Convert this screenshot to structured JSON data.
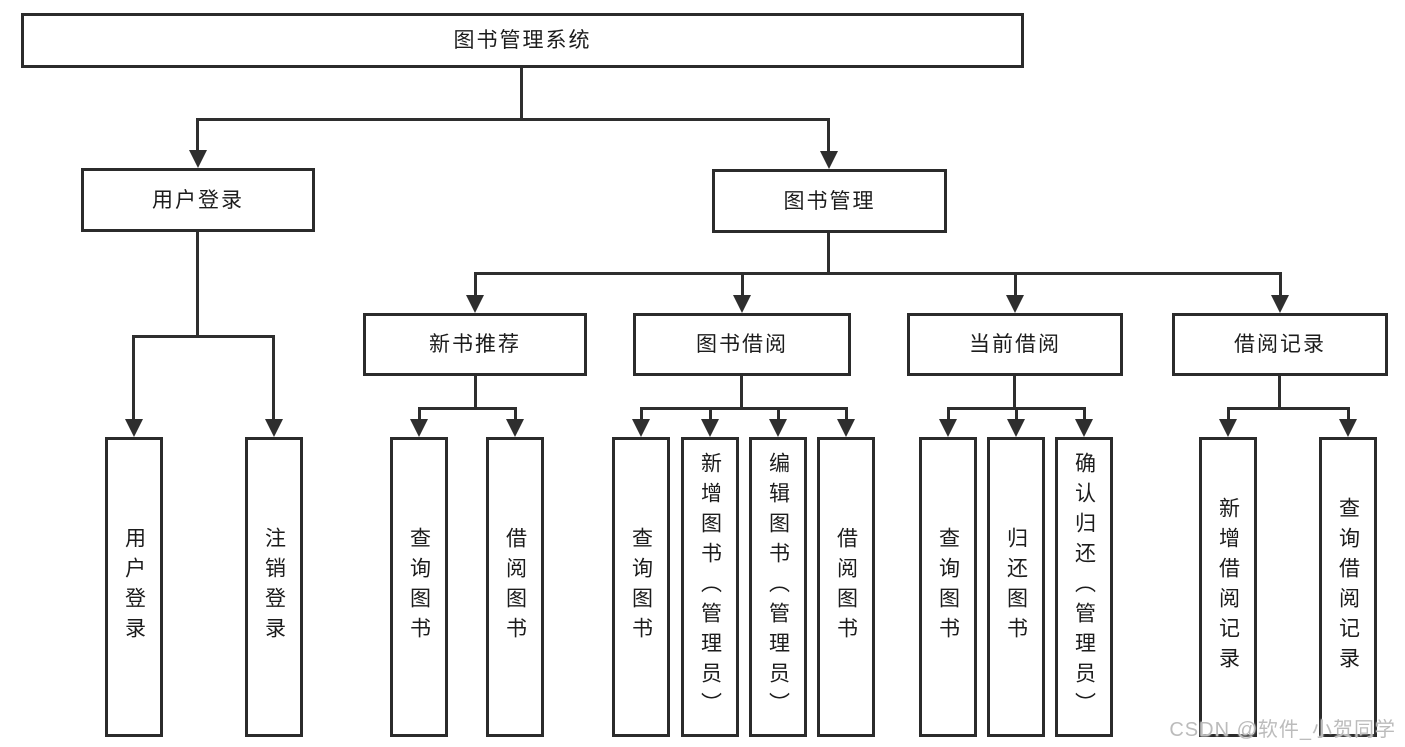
{
  "colors": {
    "line": "#2e2e2e",
    "box_border": "#2b2b2b",
    "text": "#1c1c1c",
    "watermark": "#bcbcbc",
    "background": "#ffffff"
  },
  "watermark": {
    "text": "CSDN @软件_小贺同学"
  },
  "tree": {
    "root": {
      "label": "图书管理系统"
    },
    "branches": [
      {
        "label": "用户登录",
        "children": [
          {
            "label": "用户登录"
          },
          {
            "label": "注销登录"
          }
        ]
      },
      {
        "label": "图书管理",
        "children": [
          {
            "label": "新书推荐",
            "children": [
              {
                "label": "查询图书"
              },
              {
                "label": "借阅图书"
              }
            ]
          },
          {
            "label": "图书借阅",
            "children": [
              {
                "label": "查询图书"
              },
              {
                "label": "新增图书（管理员）"
              },
              {
                "label": "编辑图书（管理员）"
              },
              {
                "label": "借阅图书"
              }
            ]
          },
          {
            "label": "当前借阅",
            "children": [
              {
                "label": "查询图书"
              },
              {
                "label": "归还图书"
              },
              {
                "label": "确认归还（管理员）"
              }
            ]
          },
          {
            "label": "借阅记录",
            "children": [
              {
                "label": "新增借阅记录"
              },
              {
                "label": "查询借阅记录"
              }
            ]
          }
        ]
      }
    ]
  }
}
